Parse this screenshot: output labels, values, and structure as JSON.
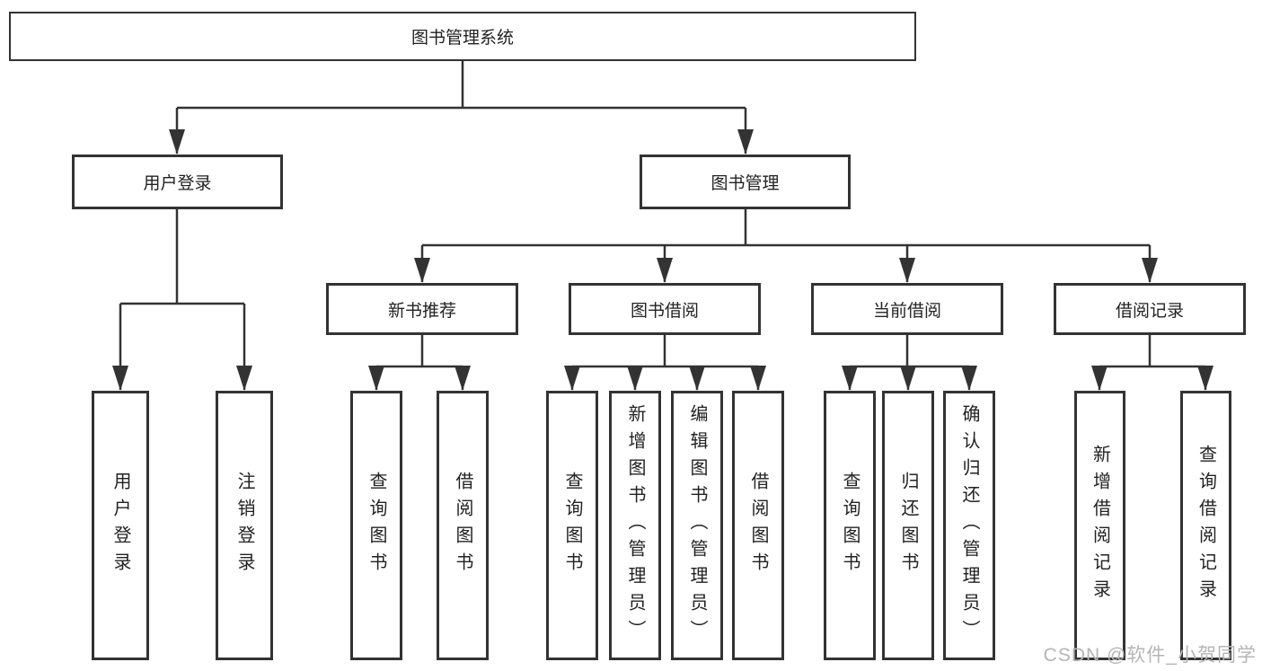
{
  "diagram": {
    "root": {
      "label": "图书管理系统"
    },
    "branches": [
      {
        "label": "用户登录",
        "children": [
          {
            "label": "用户登录"
          },
          {
            "label": "注销登录"
          }
        ]
      },
      {
        "label": "图书管理",
        "children": [
          {
            "label": "新书推荐",
            "children": [
              {
                "label": "查询图书"
              },
              {
                "label": "借阅图书"
              }
            ]
          },
          {
            "label": "图书借阅",
            "children": [
              {
                "label": "查询图书"
              },
              {
                "label": "新增图书（管理员）"
              },
              {
                "label": "编辑图书（管理员）"
              },
              {
                "label": "借阅图书"
              }
            ]
          },
          {
            "label": "当前借阅",
            "children": [
              {
                "label": "查询图书"
              },
              {
                "label": "归还图书"
              },
              {
                "label": "确认归还（管理员）"
              }
            ]
          },
          {
            "label": "借阅记录",
            "children": [
              {
                "label": "新增借阅记录"
              },
              {
                "label": "查询借阅记录"
              }
            ]
          }
        ]
      }
    ]
  },
  "watermark": {
    "text": "CSDN @软件_小贺同学"
  },
  "colors": {
    "line": "#333333",
    "box_border": "#333333",
    "text": "#222222",
    "bg": "#ffffff",
    "watermark": "#b5b5b5"
  }
}
